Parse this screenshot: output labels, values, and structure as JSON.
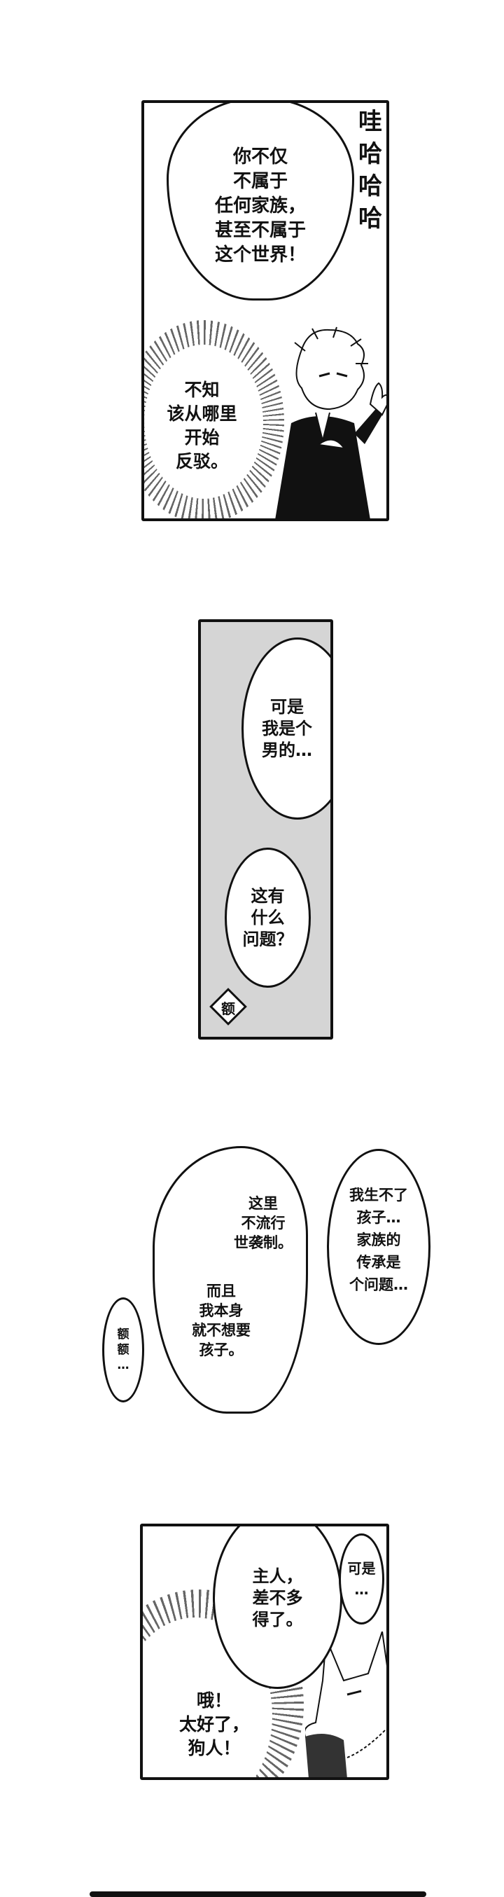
{
  "panels": [
    {
      "id": "panel-1",
      "bubbles": [
        {
          "text": "你不仅\n不属于\n任何家族，\n甚至不属于\n这个世界！"
        },
        {
          "text": "不知\n该从哪里\n开始\n反驳。"
        }
      ],
      "sfx": "哇\n哈\n哈\n哈",
      "character": "white-haired young man in black jacket, flustered, hand on chest"
    },
    {
      "id": "panel-2",
      "background": "#d5d5d5",
      "bubbles": [
        {
          "text": "可是\n我是个\n男的…"
        },
        {
          "text": "这有\n什么\n问题？"
        }
      ],
      "sfx": "额"
    },
    {
      "id": "panel-3",
      "bubbles": [
        {
          "text": "这里\n不流行\n世袭制。"
        },
        {
          "text": "而且\n我本身\n就不想要\n孩子。"
        },
        {
          "text": "我生不了\n孩子…\n家族的\n传承是\n个问题…"
        },
        {
          "text": "额\n额\n…"
        }
      ]
    },
    {
      "id": "panel-4",
      "bubbles": [
        {
          "text": "主人，\n差不多\n得了。"
        },
        {
          "text": "可是\n…"
        },
        {
          "text": "哦！\n太好了，\n狗人！"
        }
      ],
      "character": "wolf-headed man in profile"
    }
  ],
  "colors": {
    "ink": "#111111",
    "paper": "#ffffff",
    "screentone": "#d5d5d5"
  }
}
